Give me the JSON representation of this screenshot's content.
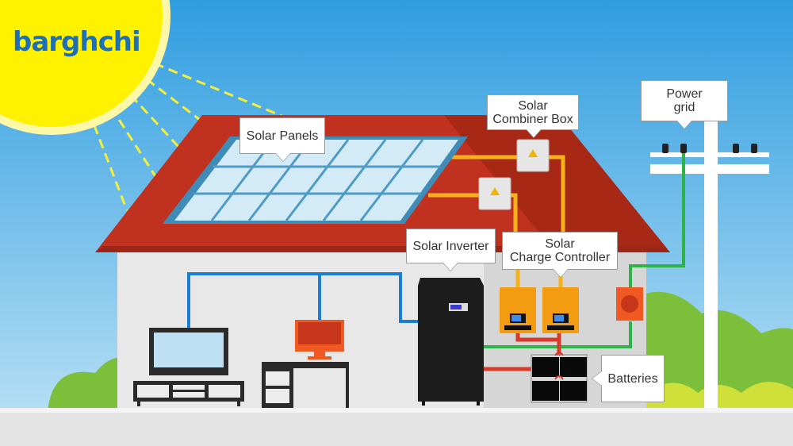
{
  "brand": {
    "logo_text": "barghchi",
    "logo_color": "#1f6fb5"
  },
  "labels": {
    "solar_panels": "Solar Panels",
    "combiner_box_line1": "Solar",
    "combiner_box_line2": "Combiner Box",
    "power_grid_line1": "Power",
    "power_grid_line2": "grid",
    "solar_inverter": "Solar Inverter",
    "charge_controller_line1": "Solar",
    "charge_controller_line2": "Charge Controller",
    "batteries": "Batteries"
  },
  "colors": {
    "sky_top": "#3aa3e3",
    "sky_bottom": "#a8d8f2",
    "sun": "#fff200",
    "sun_ring": "#fdf7a8",
    "roof": "#c0321f",
    "roof_dark": "#9e2616",
    "wall": "#e6e6e6",
    "ground": "#e4e4e4",
    "panel_frame": "#4f9bc6",
    "panel_cell": "#cfe7f5",
    "dc_wire": "#f5b21b",
    "ac_wire_home": "#1a7fd0",
    "grid_wire": "#2db34a",
    "battery_wire": "#d83a2a",
    "controller": "#f39c12",
    "inverter": "#1c1c1c",
    "bush": "#7cbf3a",
    "bush_light": "#cfe03a",
    "meter": "#f05a22"
  }
}
